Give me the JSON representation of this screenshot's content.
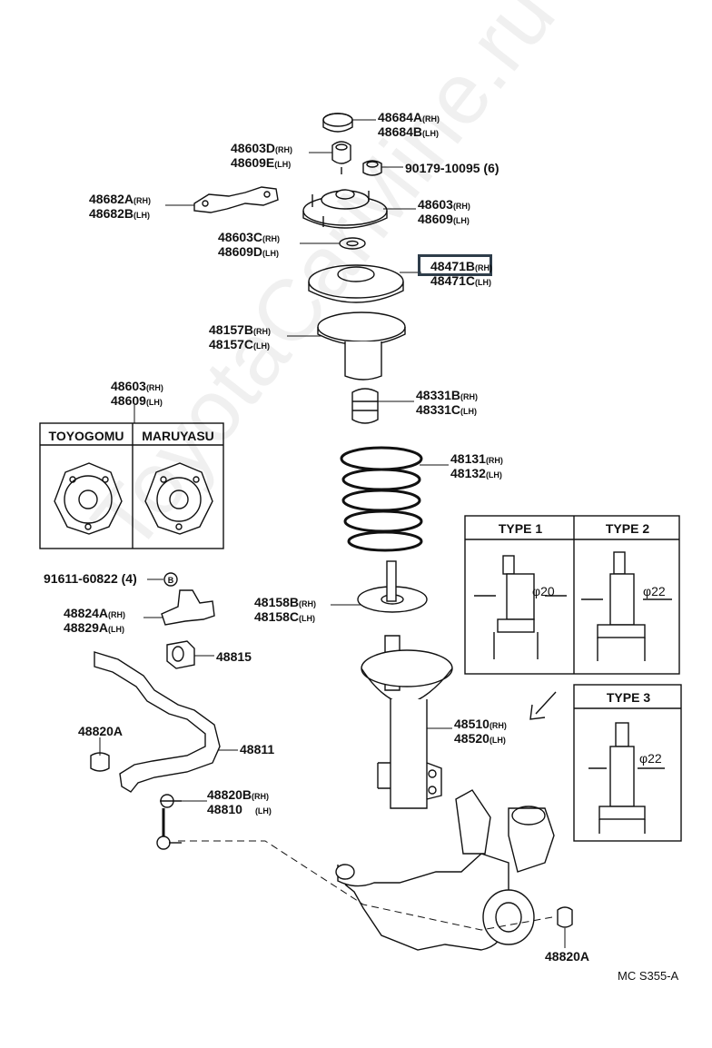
{
  "watermark": "ToyotaCarMine.ru",
  "diagram_code": "MC S355-A",
  "labels": {
    "l48684a": {
      "num": "48684A",
      "sfx": "(RH)"
    },
    "l48684b": {
      "num": "48684B",
      "sfx": "(LH)"
    },
    "l48603d": {
      "num": "48603D",
      "sfx": "(RH)"
    },
    "l48609e": {
      "num": "48609E",
      "sfx": "(LH)"
    },
    "l90179": {
      "num": "90179-10095 (6)",
      "sfx": ""
    },
    "l48682a": {
      "num": "48682A",
      "sfx": "(RH)"
    },
    "l48682b": {
      "num": "48682B",
      "sfx": "(LH)"
    },
    "l48603": {
      "num": "48603",
      "sfx": "(RH)"
    },
    "l48609": {
      "num": "48609",
      "sfx": "(LH)"
    },
    "l48603c": {
      "num": "48603C",
      "sfx": "(RH)"
    },
    "l48609d": {
      "num": "48609D",
      "sfx": "(LH)"
    },
    "l48471b": {
      "num": "48471B",
      "sfx": "(RH)"
    },
    "l48471c": {
      "num": "48471C",
      "sfx": "(LH)"
    },
    "l48157b": {
      "num": "48157B",
      "sfx": "(RH)"
    },
    "l48157c": {
      "num": "48157C",
      "sfx": "(LH)"
    },
    "l48331b": {
      "num": "48331B",
      "sfx": "(RH)"
    },
    "l48331c": {
      "num": "48331C",
      "sfx": "(LH)"
    },
    "l48131": {
      "num": "48131",
      "sfx": "(RH)"
    },
    "l48132": {
      "num": "48132",
      "sfx": "(LH)"
    },
    "l48603b": {
      "num": "48603",
      "sfx": "(RH)"
    },
    "l48609b": {
      "num": "48609",
      "sfx": "(LH)"
    },
    "l91611": {
      "num": "91611-60822 (4)",
      "sfx": ""
    },
    "l48824a": {
      "num": "48824A",
      "sfx": "(RH)"
    },
    "l48829a": {
      "num": "48829A",
      "sfx": "(LH)"
    },
    "l48815": {
      "num": "48815",
      "sfx": ""
    },
    "l48158b": {
      "num": "48158B",
      "sfx": "(RH)"
    },
    "l48158c": {
      "num": "48158C",
      "sfx": "(LH)"
    },
    "l48820a": {
      "num": "48820A",
      "sfx": ""
    },
    "l48811": {
      "num": "48811",
      "sfx": ""
    },
    "l48510": {
      "num": "48510",
      "sfx": "(RH)"
    },
    "l48520": {
      "num": "48520",
      "sfx": "(LH)"
    },
    "l48820b": {
      "num": "48820B",
      "sfx": "(RH)"
    },
    "l48810": {
      "num": "48810",
      "sfx": "(LH)"
    },
    "l48820a2": {
      "num": "48820A",
      "sfx": ""
    }
  },
  "mount_box": {
    "left_title": "TOYOGOMU",
    "right_title": "MARUYASU"
  },
  "types": {
    "type1": {
      "title": "TYPE 1",
      "dim": "φ20"
    },
    "type2": {
      "title": "TYPE 2",
      "dim": "φ22"
    },
    "type3": {
      "title": "TYPE 3",
      "dim": "φ22"
    }
  },
  "bolt_marker": "B"
}
